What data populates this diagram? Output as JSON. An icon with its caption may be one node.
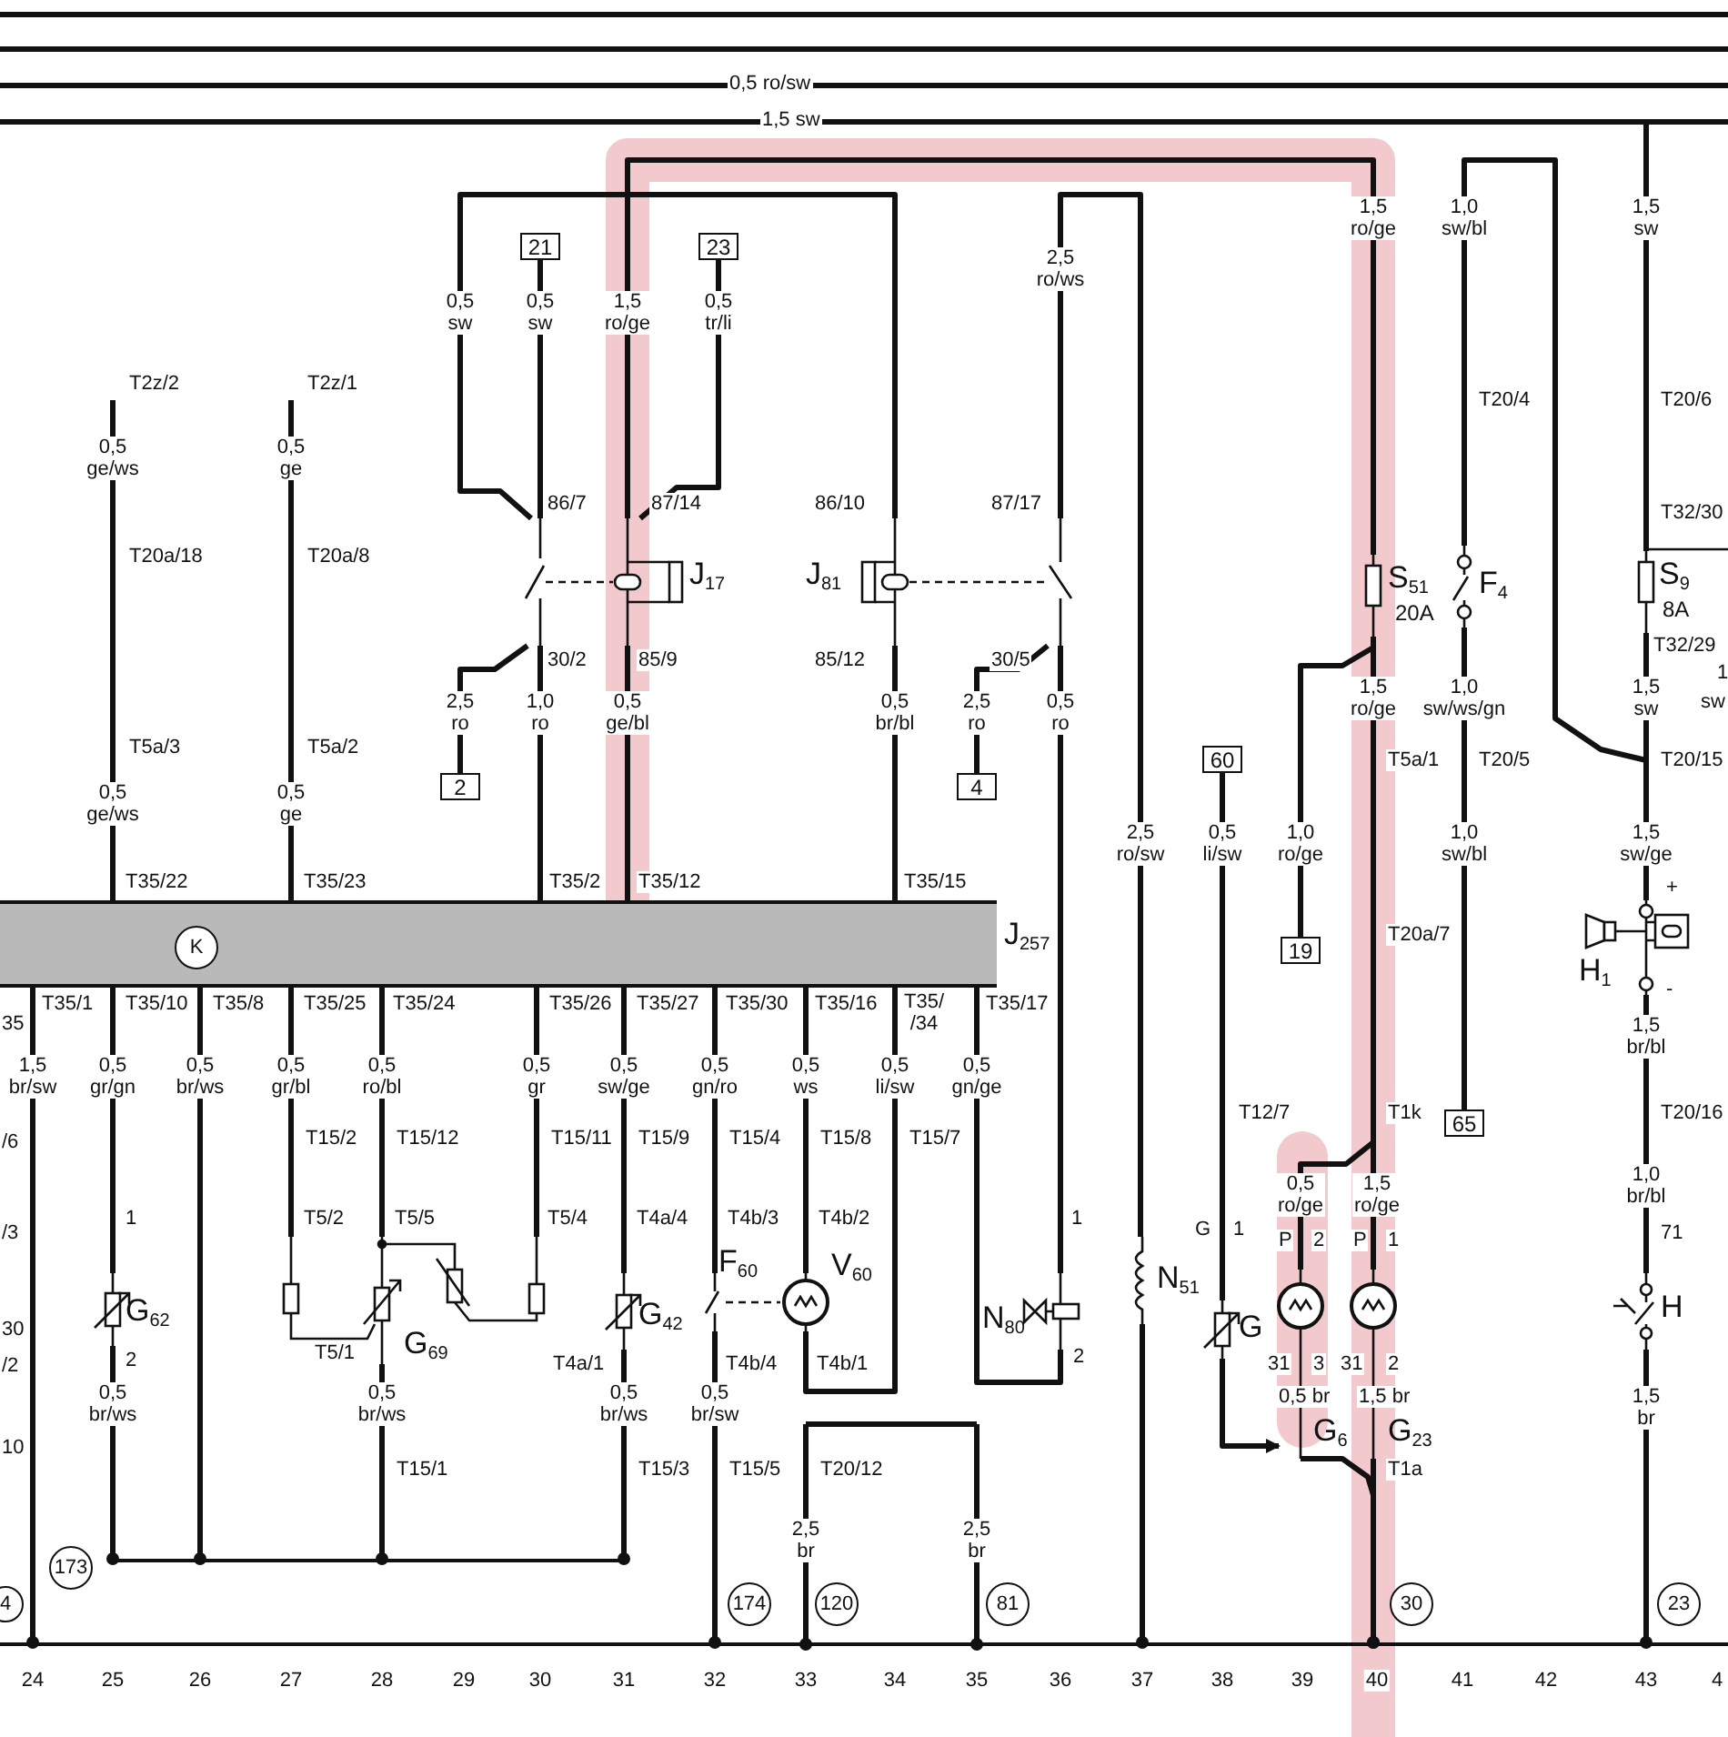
{
  "diagram": {
    "nodes": [
      {
        "text": [
          "J$_{257}$"
        ]
      },
      {
        "text": [
          "K"
        ],
        "in": 0
      },
      {
        "text": [
          "21"
        ]
      },
      {
        "text": [
          "23"
        ]
      },
      {
        "text": [
          "J$_{17}$"
        ]
      },
      {
        "text": [
          "2"
        ]
      },
      {
        "text": [
          "J$_{81}$"
        ]
      },
      {
        "text": [
          "4"
        ]
      },
      {
        "text": [
          "60"
        ]
      },
      {
        "text": [
          "S$_{51}$",
          "20A"
        ]
      },
      {
        "text": [
          "F$_{4}$"
        ]
      },
      {
        "text": [
          "S$_{9}$",
          "8A"
        ]
      },
      {
        "text": [
          "19"
        ]
      },
      {
        "text": [
          "H$_{1}$"
        ]
      },
      {
        "text": [
          "65"
        ]
      },
      {
        "text": [
          "G$_{62}$"
        ]
      },
      {
        "text": [
          "G$_{69}$"
        ]
      },
      {
        "text": [
          "G$_{42}$"
        ]
      },
      {
        "text": [
          "F$_{60}$"
        ]
      },
      {
        "text": [
          "V$_{60}$"
        ]
      },
      {
        "text": [
          "N$_{80}$"
        ]
      },
      {
        "text": [
          "N$_{51}$"
        ]
      },
      {
        "text": [
          "G"
        ]
      },
      {
        "text": [
          "G$_{6}$"
        ]
      },
      {
        "text": [
          "G$_{23}$"
        ]
      },
      {
        "text": [
          "H"
        ]
      },
      {
        "text": [
          "4"
        ]
      },
      {
        "text": [
          "173"
        ]
      },
      {
        "text": [
          "174"
        ]
      },
      {
        "text": [
          "120"
        ]
      },
      {
        "text": [
          "81"
        ]
      },
      {
        "text": [
          "30"
        ]
      },
      {
        "text": [
          "23"
        ]
      },
      {
        "text": [],
        "shape": "bar"
      },
      {
        "text": [],
        "shape": "bar"
      }
    ],
    "edges": [
      {
        "from": 2,
        "to": 4,
        "arrow": "none"
      },
      {
        "from": 3,
        "to": 4,
        "arrow": "none"
      },
      {
        "from": 4,
        "to": 5,
        "arrow": "none"
      },
      {
        "from": 4,
        "to": 0,
        "arrow": "none"
      },
      {
        "from": 4,
        "to": 0,
        "arrow": "none"
      },
      {
        "from": 4,
        "to": 9,
        "arrow": "none"
      },
      {
        "from": 6,
        "to": 0,
        "arrow": "none"
      },
      {
        "from": 6,
        "to": 7,
        "arrow": "none"
      },
      {
        "from": 6,
        "to": 20,
        "arrow": "none"
      },
      {
        "from": 0,
        "to": 15,
        "arrow": "none"
      },
      {
        "from": 0,
        "to": 16,
        "arrow": "none"
      },
      {
        "from": 0,
        "to": 16,
        "arrow": "none"
      },
      {
        "from": 0,
        "to": 16,
        "arrow": "none"
      },
      {
        "from": 0,
        "to": 17,
        "arrow": "none"
      },
      {
        "from": 0,
        "to": 18,
        "arrow": "none"
      },
      {
        "from": 0,
        "to": 19,
        "arrow": "none"
      },
      {
        "from": 0,
        "to": 20,
        "arrow": "none"
      },
      {
        "from": 8,
        "to": 22,
        "arrow": "none"
      },
      {
        "from": 9,
        "to": 12,
        "arrow": "none"
      },
      {
        "from": 9,
        "to": 24,
        "arrow": "none"
      },
      {
        "from": 9,
        "to": 23,
        "arrow": "none"
      },
      {
        "from": 22,
        "to": 23,
        "arrow": "to"
      },
      {
        "from": 10,
        "to": 14,
        "arrow": "none"
      },
      {
        "from": 11,
        "to": 13,
        "arrow": "none"
      },
      {
        "from": 13,
        "to": 25,
        "arrow": "none"
      },
      {
        "from": 18,
        "to": 19,
        "arrow": "none",
        "style": "dashed"
      },
      {
        "from": 10,
        "to": 13,
        "arrow": "none"
      },
      {
        "from": 6,
        "to": 21,
        "arrow": "none"
      },
      {
        "from": 4,
        "to": 6,
        "arrow": "none"
      },
      {
        "from": 0,
        "to": 19,
        "arrow": "none"
      },
      {
        "from": 0,
        "to": 33,
        "arrow": "other"
      },
      {
        "from": 0,
        "to": 34,
        "arrow": "other"
      },
      {
        "from": 15,
        "to": 34,
        "arrow": "other"
      },
      {
        "from": 16,
        "to": 34,
        "arrow": "other"
      },
      {
        "from": 17,
        "to": 34,
        "arrow": "other"
      },
      {
        "from": 18,
        "to": 33,
        "arrow": "other"
      },
      {
        "from": 21,
        "to": 33,
        "arrow": "other"
      },
      {
        "from": 24,
        "to": 33,
        "arrow": "other"
      },
      {
        "from": 25,
        "to": 33,
        "arrow": "other"
      },
      {
        "from": 23,
        "to": 33,
        "arrow": "other"
      }
    ],
    "labels": [
      "0,5 ro/sw",
      "1,5 sw",
      "0,5 sw",
      "0,5 sw",
      "1,5 ro/ge",
      "0,5 tr/li",
      "2,5 ro/ws",
      "1,5 ro/ge",
      "1,0 sw/bl",
      "1,5 sw",
      "T2z/2",
      "T2z/1",
      "0,5 ge/ws",
      "0,5 ge",
      "T20/4",
      "T20/6",
      "86/7",
      "87/14",
      "86/10",
      "87/17",
      "T32/30",
      "T20a/18",
      "T20a/8",
      "30/2",
      "85/9",
      "85/12",
      "30/5",
      "T32/29",
      "2,5 ro",
      "1,0 ro",
      "0,5 ge/bl",
      "0,5 br/bl",
      "2,5 ro",
      "0,5 ro",
      "1,5 ro/ge",
      "1,0 sw/ws/gn",
      "1,5 sw",
      "1",
      "sw",
      "T5a/3",
      "T5a/2",
      "T5a/1",
      "T20/5",
      "T20/15",
      "0,5 ge/ws",
      "0,5 ge",
      "2,5 ro/sw",
      "0,5 li/sw",
      "1,0 ro/ge",
      "1,0 sw/bl",
      "1,5 sw/ge",
      "T35/22",
      "T35/23",
      "T35/2",
      "T35/12",
      "T35/15",
      "+",
      "T20a/7",
      "-",
      "T35/1",
      "35",
      "T35/10",
      "T35/8",
      "T35/25",
      "T35/24",
      "T35/26",
      "T35/27",
      "T35/30",
      "T35/16",
      "T35/ /34",
      "T35/17",
      "1,5 br/bl",
      "1,5 br/sw",
      "0,5 gr/gn",
      "0,5 br/ws",
      "0,5 gr/bl",
      "0,5 ro/bl",
      "0,5 gr",
      "0,5 sw/ge",
      "0,5 gn/ro",
      "0,5 ws",
      "0,5 li/sw",
      "0,5 gn/ge",
      "T12/7",
      "T1k",
      "T20/16",
      "/6",
      "T15/2",
      "T15/12",
      "T15/11",
      "T15/9",
      "T15/4",
      "T15/8",
      "T15/7",
      "0,5 ro/ge",
      "1,5 ro/ge",
      "1,0 br/bl",
      "/3",
      "1",
      "T5/2",
      "T5/5",
      "T5/4",
      "T4a/4",
      "T4b/3",
      "T4b/2",
      "1",
      "G",
      "1",
      "P",
      "2",
      "P",
      "1",
      "71",
      "30",
      "/2",
      "2",
      "T5/1",
      "T4a/1",
      "T4b/4",
      "T4b/1",
      "2",
      "31",
      "3",
      "31",
      "2",
      "0,5 br/ws",
      "0,5 br/ws",
      "0,5 br/ws",
      "0,5 br/sw",
      "0,5 br",
      "1,5 br",
      "1,5 br",
      "10",
      "T15/1",
      "T15/3",
      "T15/5",
      "T20/12",
      "T1a",
      "2,5 br",
      "2,5 br",
      "24",
      "25",
      "26",
      "27",
      "28",
      "29",
      "30",
      "31",
      "32",
      "33",
      "34",
      "35",
      "36",
      "37",
      "38",
      "39",
      "40",
      "41",
      "42",
      "43",
      "4"
    ]
  }
}
